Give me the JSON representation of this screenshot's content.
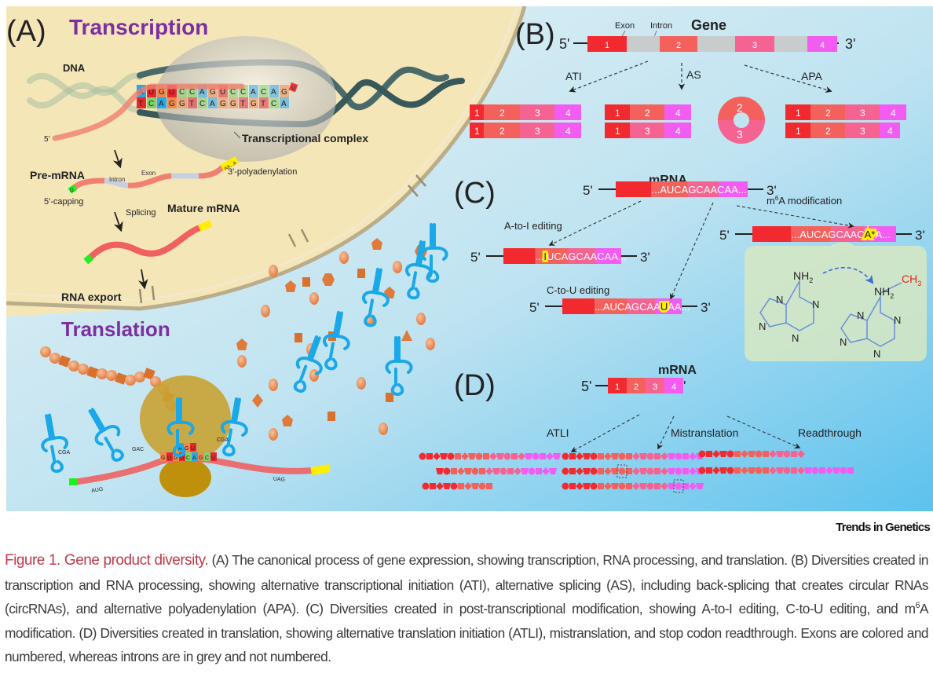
{
  "colors": {
    "exon1": "#f22a2f",
    "exon2": "#f4615c",
    "exon3": "#f56392",
    "exon4": "#f35cf0",
    "intron": "#c9cccd",
    "panel_title": "#7b2fa0",
    "nucleus": "#f5e6b8",
    "cytoplasm_top": "#e4f0f4",
    "cytoplasm_bottom": "#66c7ef",
    "highlight": "#ffee00",
    "cap": "#1ef01e",
    "trna": "#1aa8e8",
    "amino_acid": "#e07a3a",
    "ribosome": "#c3920e",
    "methyl": "#e8211c",
    "caption_title": "#c0394a"
  },
  "panel_a": {
    "label": "(A)",
    "title": "Transcription",
    "dna_label": "DNA",
    "five_prime": "5'",
    "complex_label": "Transcriptional complex",
    "template_top": [
      "A",
      "U",
      "G",
      "U",
      "C",
      "C",
      "A",
      "G",
      "U",
      "C",
      "C",
      "A",
      "C",
      "A",
      "G"
    ],
    "template_bottom": [
      "T",
      "C",
      "A",
      "G",
      "G",
      "T",
      "C",
      "A",
      "G",
      "G",
      "T",
      "G",
      "T",
      "C",
      "A"
    ],
    "new_base": "U",
    "pre_mrna_label": "Pre-mRNA",
    "intron_label": "Intron",
    "exon_label": "Exon",
    "polya_tail": "AA...A",
    "polya_label": "3'-polyadenylation",
    "cap_base": "G",
    "capping_label": "5'-capping",
    "splicing_label": "Splicing",
    "mature_label": "Mature mRNA",
    "export_label": "RNA export",
    "translation_title": "Translation",
    "start_codon": "AUG",
    "stop_codon": "UAG",
    "ribosome_codons": [
      "G",
      "U",
      "G",
      "U",
      "C",
      "A",
      "G",
      "C",
      "U"
    ],
    "anticodon_center": [
      "A",
      "G",
      "U"
    ],
    "anticodon_left": "GAC",
    "anticodon_right": "CGA",
    "anticodon_far_left": "CGA"
  },
  "panel_b": {
    "label": "(B)",
    "title": "Gene",
    "exon_label": "Exon",
    "intron_label": "Intron",
    "five_prime": "5'",
    "three_prime": "3'",
    "gene_exons": [
      "1",
      "2",
      "3",
      "4"
    ],
    "routes": [
      "ATI",
      "AS",
      "APA"
    ],
    "ati_isoforms": [
      [
        "1",
        "2",
        "3",
        "4"
      ],
      [
        "1",
        "2",
        "3",
        "4"
      ]
    ],
    "as_isoforms": [
      [
        "1",
        "2",
        "4"
      ],
      [
        "1",
        "3",
        "4"
      ]
    ],
    "circ_rna": [
      "2",
      "3"
    ],
    "apa_isoforms": [
      [
        "1",
        "2",
        "3",
        "4"
      ],
      [
        "1",
        "2",
        "3",
        "4"
      ]
    ]
  },
  "panel_c": {
    "label": "(C)",
    "title": "mRNA",
    "five_prime": "5'",
    "three_prime": "3'",
    "seq_original": "...AUCAGCAACAA...",
    "a_to_i_label": "A-to-I editing",
    "a_to_i_prefix": "...",
    "a_to_i_edit": "I",
    "a_to_i_suffix": "UCAGCAACAA...",
    "c_to_u_label": "C-to-U editing",
    "c_to_u_prefix": "...AUCAGCAA",
    "c_to_u_edit": "U",
    "c_to_u_suffix": "AA...",
    "m6a_label_pre": "m",
    "m6a_label_sup": "6",
    "m6a_label_post": "A modification",
    "m6a_prefix": "...AUCAGCAAC",
    "m6a_edit": "A*",
    "m6a_suffix": "A...",
    "nh2": "NH",
    "nh2_sub": "2",
    "ch3": "CH",
    "ch3_sub": "3",
    "ring_atom": "N"
  },
  "panel_d": {
    "label": "(D)",
    "title": "mRNA",
    "five_prime": "5'",
    "three_prime": "3'",
    "exons": [
      "1",
      "2",
      "3",
      "4"
    ],
    "routes": [
      "ATLI",
      "Mistranslation",
      "Readthrough"
    ]
  },
  "journal": "Trends in Genetics",
  "caption": {
    "title": "Figure 1. Gene product diversity.",
    "body_1": " (A) The canonical process of gene expression, showing transcription, RNA processing, and translation. (B) Diversities created in transcription and RNA processing, showing alternative transcriptional initiation (ATI), alternative splicing (AS), including back-splicing that creates circular RNAs (circRNAs), and alternative polyadenylation (APA). (C) Diversities created in post-transcriptional modification, showing A-to-I editing, C-to-U editing, and m",
    "sup": "6",
    "body_2": "A modification. (D) Diversities created in translation, showing alternative translation initiation (ATLI), mistranslation, and stop codon readthrough. Exons are colored and numbered, whereas introns are in grey and not numbered."
  }
}
